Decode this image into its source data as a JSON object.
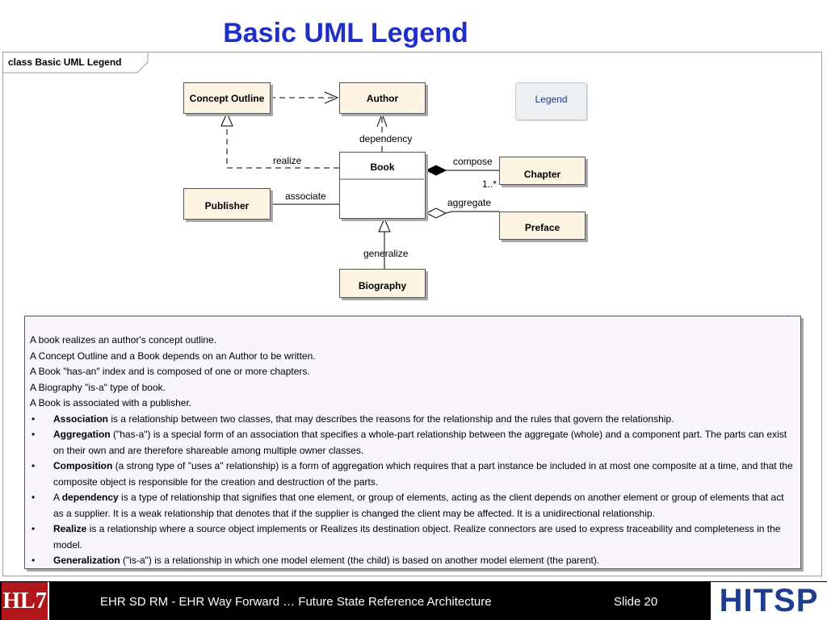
{
  "title": "Basic UML Legend",
  "frame_label": "class Basic UML Legend",
  "classes": {
    "concept_outline": "Concept Outline",
    "author": "Author",
    "book": "Book",
    "chapter": "Chapter",
    "preface": "Preface",
    "publisher": "Publisher",
    "biography": "Biography"
  },
  "legend_label": "Legend",
  "relations": {
    "dependency": "dependency",
    "realize": "realize",
    "compose": "compose",
    "multiplicity": "1..*",
    "associate": "associate",
    "aggregate": "aggregate",
    "generalize": "generalize"
  },
  "note": {
    "lines": [
      "A book realizes an author's concept outline.",
      "A Concept Outline and a Book depends on an Author to be written.",
      "A Book \"has-an\" index and is composed of one or more chapters.",
      "A Biography \"is-a\" type of book.",
      "A Book is associated with a publisher."
    ],
    "bullets": [
      {
        "prefix": "",
        "term": "Association",
        "text": " is a relationship between two classes, that may describes the reasons for the relationship and the rules that govern the relationship."
      },
      {
        "prefix": "",
        "term": "Aggregation",
        "text": " (\"has-a\") is a special form of an association that specifies a whole-part relationship between the aggregate (whole) and a component part. The parts can exist on their own and are therefore shareable among multiple owner classes."
      },
      {
        "prefix": "",
        "term": "Composition",
        "text": " (a strong type of \"uses a\" relationship) is a form of aggregation which requires that a part instance be included in at most one composite at a time, and that the composite object is responsible for the creation and destruction of the parts."
      },
      {
        "prefix": "A ",
        "term": "dependency",
        "text": " is a type of relationship that signifies that one element, or group of elements, acting as the client depends on another element or group of elements that act as a supplier. It is a weak relationship that denotes that if the supplier is changed the client may be affected. It is a unidirectional relationship."
      },
      {
        "prefix": "",
        "term": "Realize",
        "text": " is a relationship where a source object implements or Realizes its destination object. Realize connectors are used to express traceability and completeness in the model."
      },
      {
        "prefix": "",
        "term": "Generalization",
        "text": " (\"is-a\") is a relationship in which one model element (the child) is based on another model element (the parent)."
      }
    ],
    "bullet_glyph": "•"
  },
  "footer": {
    "text": "EHR SD RM - EHR Way Forward …  Future State Reference Architecture",
    "slide": "Slide 20",
    "left_logo": "HL7",
    "right_logo": "HITSP"
  }
}
